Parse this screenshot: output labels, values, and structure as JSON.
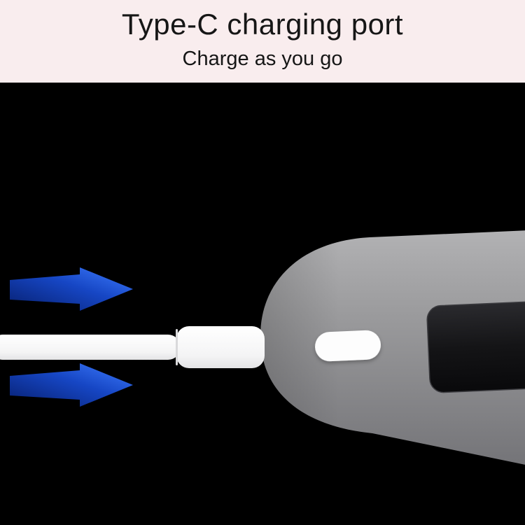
{
  "header": {
    "title": "Type-C charging port",
    "subtitle": "Charge as you go"
  },
  "scene": {
    "description": "White USB Type-C cable plugged into the charging port on the rounded end of a gray handheld device; two blue arrows point right toward the port indicating charging direction."
  },
  "icons": [
    {
      "name": "arrow-right-icon",
      "meaning": "charging / insertion direction",
      "count": 2
    }
  ],
  "colors": {
    "header_background": "#f9edee",
    "header_text": "#161616",
    "scene_background": "#000000",
    "device_gray_light": "#b0b0b2",
    "device_gray_dark": "#737377",
    "device_window_black": "#0c0c0e",
    "button_white": "#fdfdfd",
    "cable_white": "#ffffff",
    "arrow_blue_dark": "#071f6e",
    "arrow_blue_bright": "#3f7dff"
  }
}
